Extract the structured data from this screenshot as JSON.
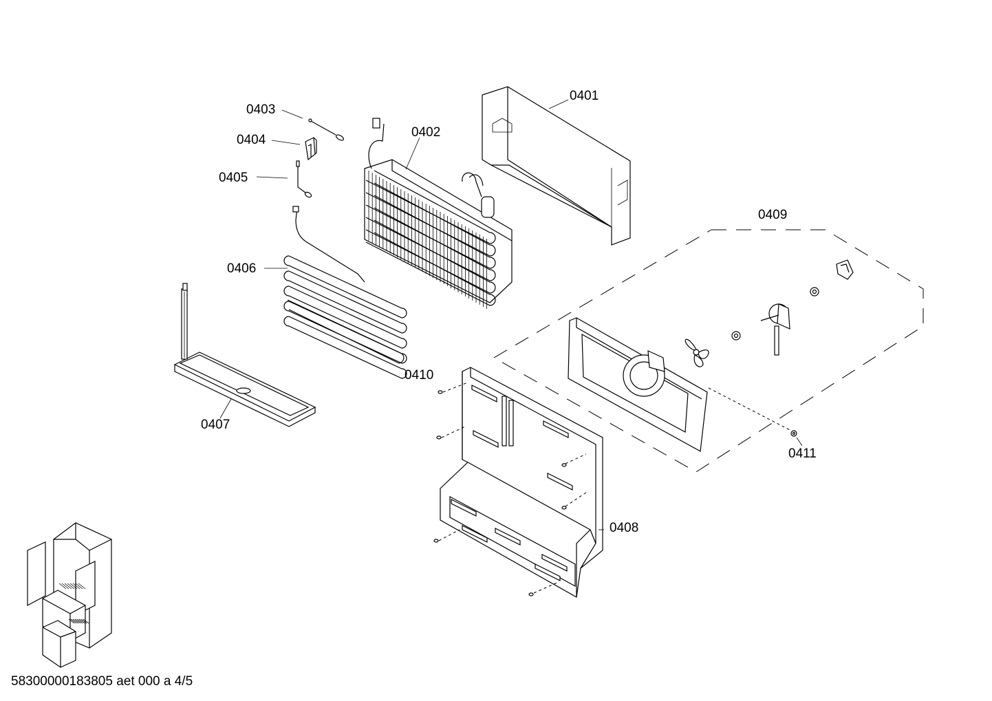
{
  "parts": {
    "p0401": "0401",
    "p0402": "0402",
    "p0403": "0403",
    "p0404": "0404",
    "p0405": "0405",
    "p0406": "0406",
    "p0407": "0407",
    "p0408": "0408",
    "p0409": "0409",
    "p0410": "0410",
    "p0411": "0411"
  },
  "footer": "58300000183805 aet 000 a 4/5"
}
